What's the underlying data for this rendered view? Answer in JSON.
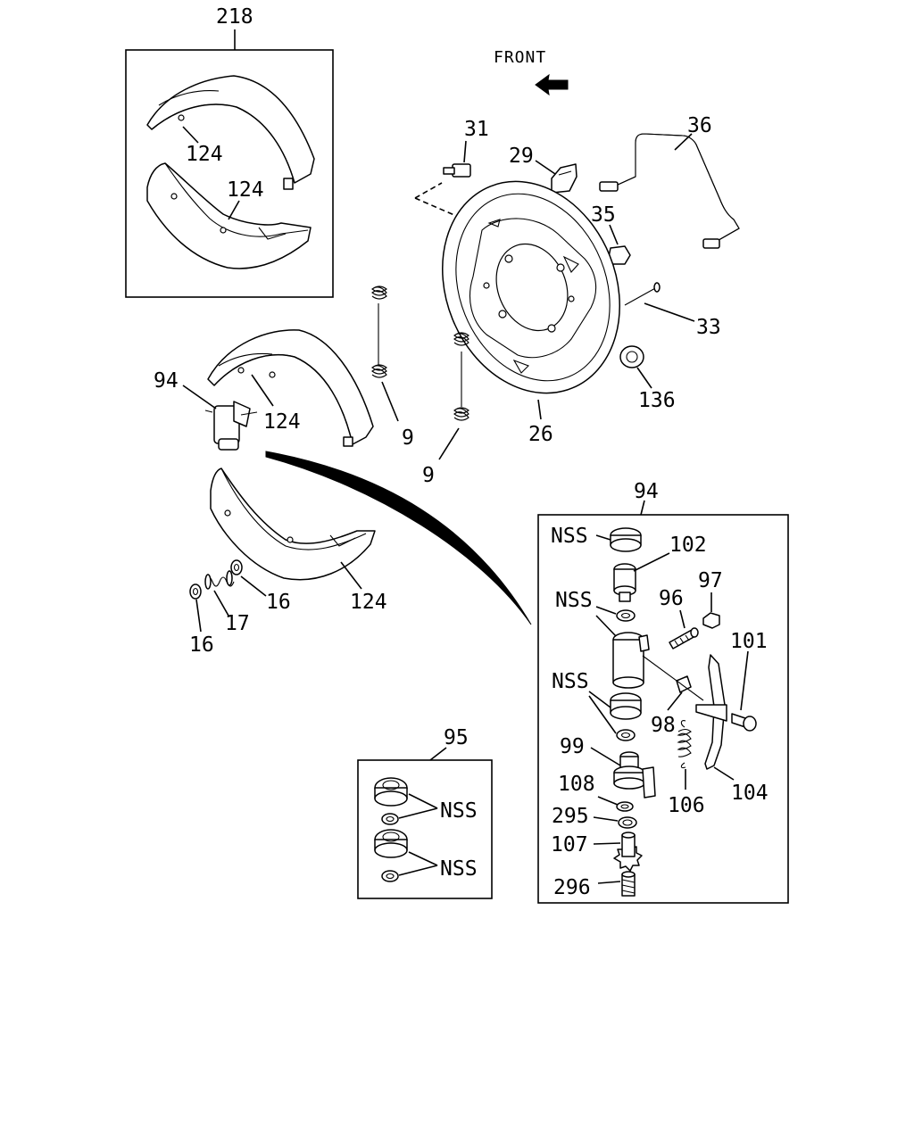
{
  "front_label": "FRONT",
  "callouts": {
    "c218": "218",
    "c124_a": "124",
    "c124_b": "124",
    "c124_c": "124",
    "c124_d": "124",
    "c31": "31",
    "c29": "29",
    "c36": "36",
    "c35": "35",
    "c33": "33",
    "c136": "136",
    "c26": "26",
    "c9_a": "9",
    "c9_b": "9",
    "c94_a": "94",
    "c16_a": "16",
    "c16_b": "16",
    "c17": "17",
    "c94_b": "94",
    "c95": "95",
    "nss_1": "NSS",
    "nss_2": "NSS",
    "nss_3": "NSS",
    "nss_4": "NSS",
    "nss_5": "NSS",
    "c102": "102",
    "c96": "96",
    "c97": "97",
    "c101": "101",
    "c98": "98",
    "c99": "99",
    "c108": "108",
    "c106": "106",
    "c104": "104",
    "c295": "295",
    "c107": "107",
    "c296": "296"
  }
}
